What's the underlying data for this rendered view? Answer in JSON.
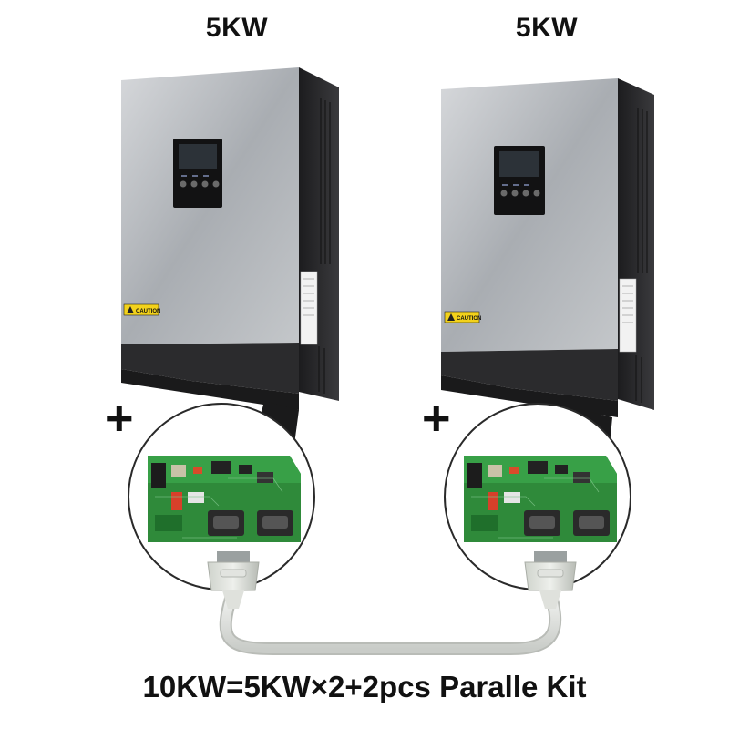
{
  "labels": {
    "left_unit": "5KW",
    "right_unit": "5KW",
    "plus": "+",
    "caption": "10KW=5KW×2+2pcs Paralle Kit",
    "caution": "CAUTION"
  },
  "colors": {
    "panel_silver": "#b8bbbf",
    "housing_black": "#2a2a2c",
    "pcb_green": "#2f8a3a",
    "cable_gray": "#e9ebe8"
  }
}
